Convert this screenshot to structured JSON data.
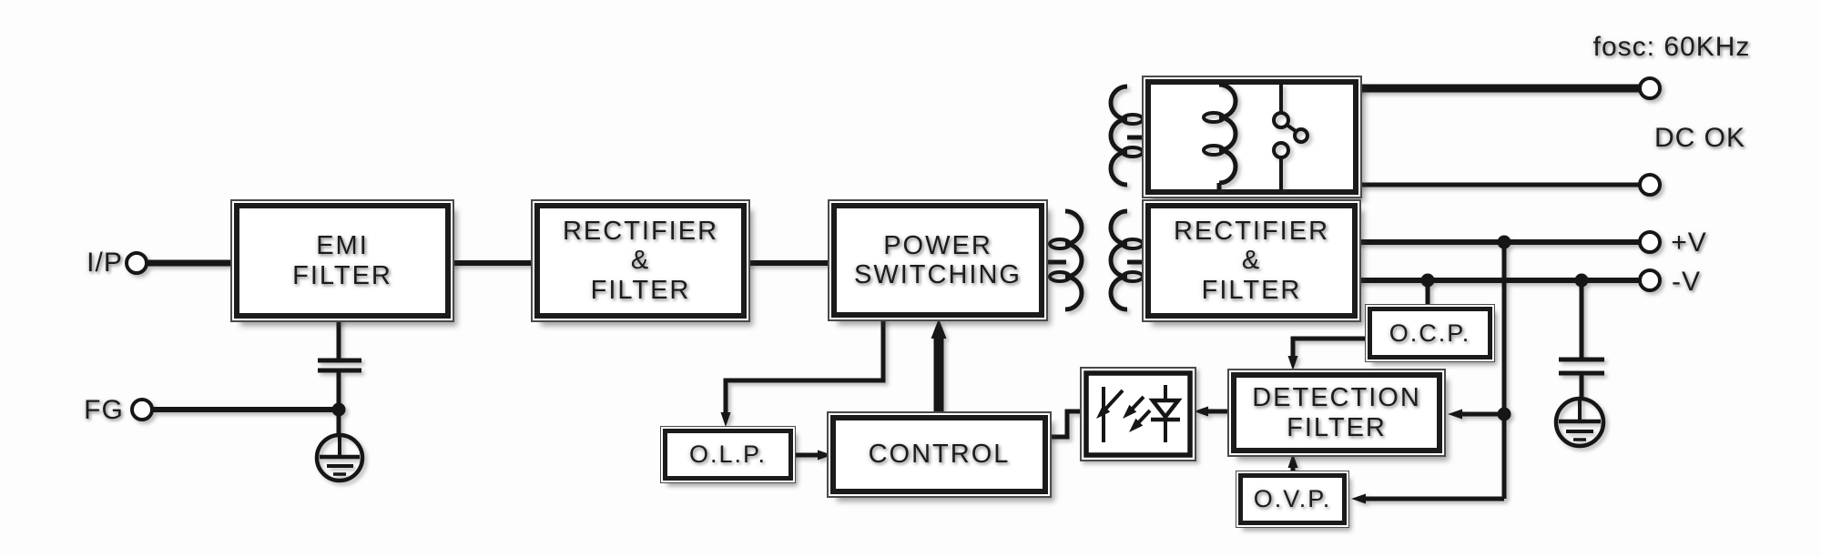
{
  "diagram": {
    "title_context": "switching power supply block diagram",
    "colors": {
      "background": "#fdfdfd",
      "line": "#161616",
      "shadow": "#8a8a8a",
      "block_fill": "#ffffff"
    },
    "labels": {
      "input": "I/P",
      "frame_ground": "FG",
      "oscillator": "fosc: 60KHz",
      "dc_ok": "DC OK",
      "v_plus": "+V",
      "v_minus": "-V"
    },
    "blocks": {
      "emi": {
        "line1": "EMI",
        "line2": "FILTER"
      },
      "rectifier1": {
        "line1": "RECTIFIER",
        "line2": "&",
        "line3": "FILTER"
      },
      "power_switching": {
        "line1": "POWER",
        "line2": "SWITCHING"
      },
      "rectifier2": {
        "line1": "RECTIFIER",
        "line2": "&",
        "line3": "FILTER"
      },
      "ocp": {
        "line1": "O.C.P."
      },
      "detection": {
        "line1": "DETECTION",
        "line2": "FILTER"
      },
      "ovp": {
        "line1": "O.V.P."
      },
      "control": {
        "line1": "CONTROL"
      },
      "olp": {
        "line1": "O.L.P."
      }
    },
    "icons": [
      "input-terminal-icon",
      "fg-terminal-icon",
      "dc-ok-terminal-icons",
      "v-plus-terminal-icon",
      "v-minus-terminal-icon",
      "transformer-primary-winding-icon",
      "transformer-secondary-winding-icon",
      "transformer-aux-winding-icon",
      "relay-coil-icon",
      "relay-contact-icon",
      "optocoupler-icon",
      "y-capacitor-icon",
      "output-capacitor-icon",
      "earth-ground-icon-left",
      "earth-ground-icon-right"
    ]
  }
}
